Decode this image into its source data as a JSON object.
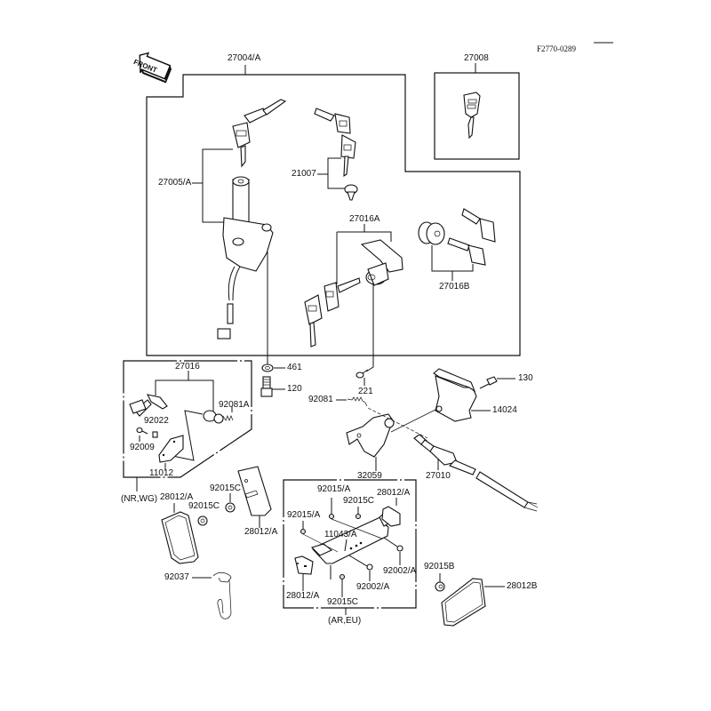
{
  "ref_code": "F2770-0289",
  "front_label": "FRONT",
  "groups": {
    "main_kit": "27004/A",
    "key_blank": "27008",
    "nr_wg_note": "(NR,WG)",
    "ar_eu_note": "(AR,EU)"
  },
  "parts": {
    "ignition_switch": "27005/A",
    "fuel_cap_lock": "21007",
    "seat_lock": "27016A",
    "helmet_lock": "27016B",
    "washer": "461",
    "bolt_120": "120",
    "screw_221": "221",
    "bolt_130": "130",
    "bracket_14024": "14024",
    "spring_92081": "92081",
    "stay_32059": "32059",
    "cable_27010": "27010",
    "lock_27016": "27016",
    "spring_92081a": "92081A",
    "collar_92022": "92022",
    "screw_92009": "92009",
    "plate_11012": "11012",
    "reflector_left": "28012/A",
    "nut_92015c_a": "92015C",
    "nut_92015c_b": "92015C",
    "reflector_rear": "28012/A",
    "clip_92037": "92037",
    "ar_nut_92015a_top": "92015/A",
    "ar_nut_92015c_top": "92015C",
    "ar_reflector_top": "28012/A",
    "ar_nut_92015a_left": "92015/A",
    "ar_bracket": "11043/A",
    "ar_bolt_92002a_right": "92002/A",
    "ar_bolt_92002a_bottom": "92002/A",
    "ar_reflector_bottom": "28012/A",
    "ar_nut_92015c_bottom": "92015C",
    "nut_92015b": "92015B",
    "reflector_28012b": "28012B"
  }
}
